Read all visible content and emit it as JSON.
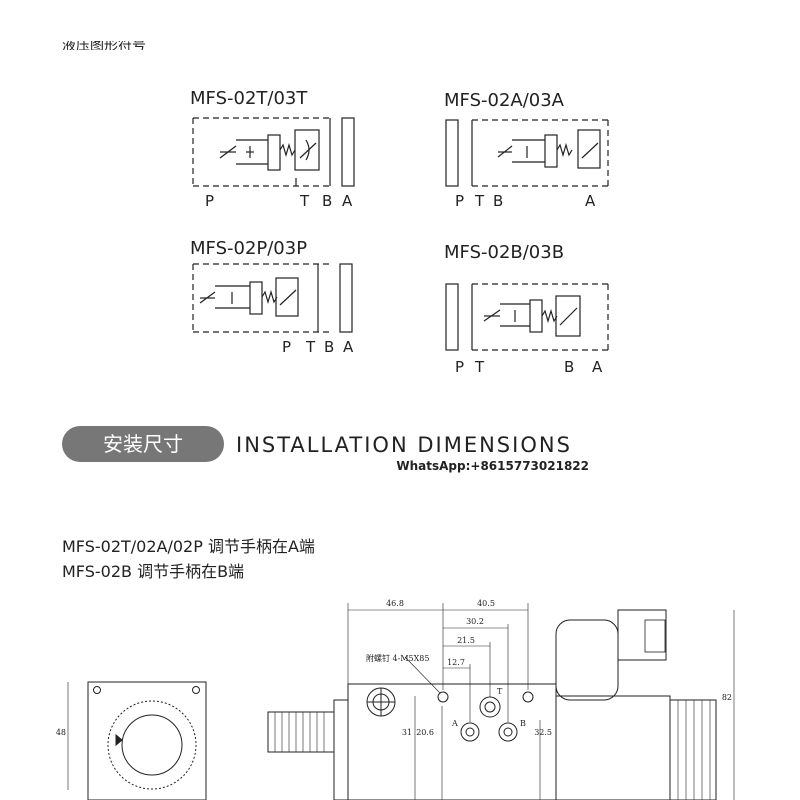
{
  "top_fragment": "液压图形符号",
  "symbols": [
    {
      "model": "MFS-02T/03T",
      "ports": [
        "P",
        "T",
        "B",
        "A"
      ]
    },
    {
      "model": "MFS-02A/03A",
      "ports": [
        "P",
        "T",
        "B",
        "A"
      ]
    },
    {
      "model": "MFS-02P/03P",
      "ports": [
        "P",
        "T",
        "B",
        "A"
      ]
    },
    {
      "model": "MFS-02B/03B",
      "ports": [
        "P",
        "T",
        "B",
        "A"
      ]
    }
  ],
  "section": {
    "badge_cn": "安装尺寸",
    "title_en": "INSTALLATION DIMENSIONS",
    "contact": "WhatsApp:+8615773021822"
  },
  "notes": [
    "MFS-02T/02A/02P 调节手柄在A端",
    "MFS-02B 调节手柄在B端"
  ],
  "drawing": {
    "dims": [
      "46.8",
      "40.5",
      "30.2",
      "21.5",
      "12.7",
      "48",
      "31",
      "20.6",
      "32.5",
      "82"
    ],
    "screw_note": "附螺钉 4-M5X85",
    "port_labels": [
      "A",
      "T",
      "B"
    ]
  }
}
